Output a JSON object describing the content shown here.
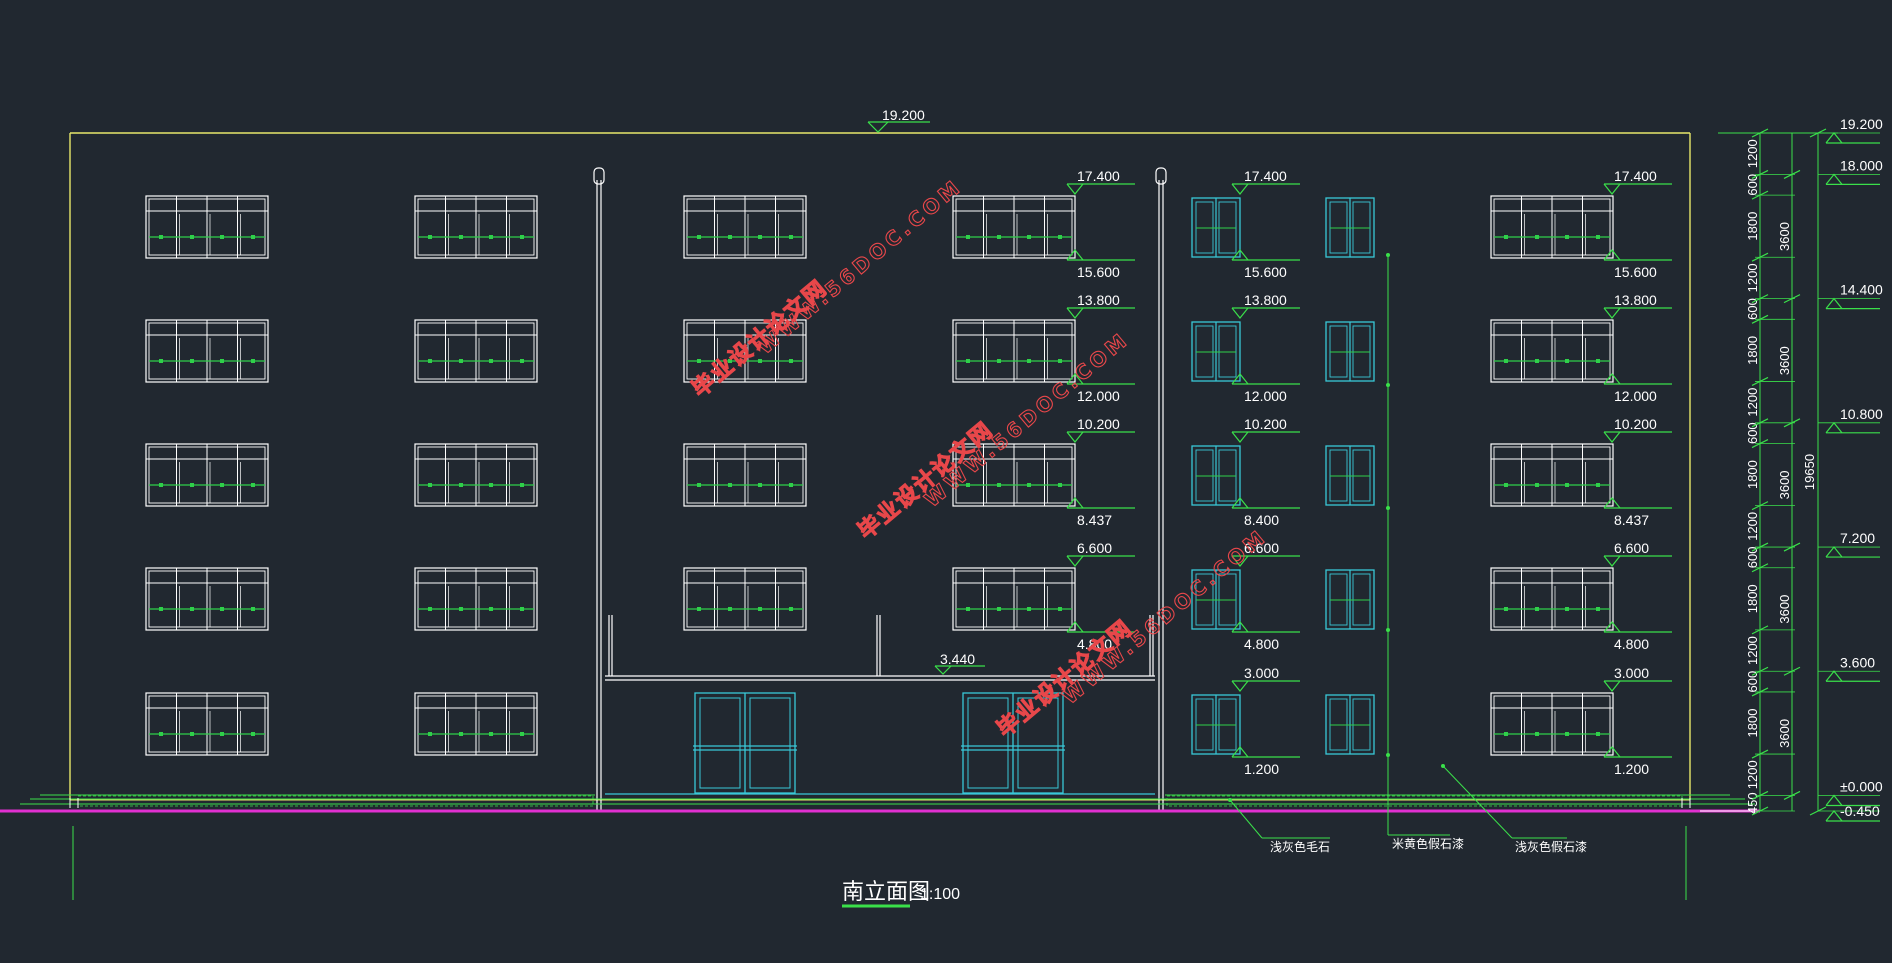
{
  "drawing": {
    "title": "南立面图",
    "scale": "1:100",
    "top_level": "19.200",
    "canopy_level": "3.440"
  },
  "elevation_labels": {
    "col_a": [
      "17.400",
      "15.600",
      "13.800",
      "12.000",
      "10.200",
      "8.437",
      "6.600",
      "4.800"
    ],
    "col_b": [
      "17.400",
      "15.600",
      "13.800",
      "12.000",
      "10.200",
      "8.400",
      "6.600",
      "4.800",
      "3.000",
      "1.200"
    ],
    "col_c": [
      "17.400",
      "15.600",
      "13.800",
      "12.000",
      "10.200",
      "8.437",
      "6.600",
      "4.800",
      "3.000",
      "1.200"
    ]
  },
  "right_levels": [
    "19.200",
    "18.000",
    "14.400",
    "10.800",
    "7.200",
    "3.600",
    "±0.000",
    "-0.450"
  ],
  "inner_dims": [
    "1200",
    "600",
    "1800",
    "1200",
    "600",
    "1800",
    "1200",
    "600",
    "1800",
    "1200",
    "600",
    "1800",
    "1200",
    "600",
    "1800",
    "1200",
    "450"
  ],
  "story_dims": [
    "3600",
    "3600",
    "3600",
    "3600",
    "3600"
  ],
  "total_dim": "19650",
  "material_labels": [
    "浅灰色毛石",
    "米黄色假石漆",
    "浅灰色假石漆"
  ],
  "watermarks": [
    "毕业设计论文网",
    "WWW.56DOC.COM"
  ],
  "colors": {
    "background": "#212830",
    "outline": "#ffffff",
    "parapet": "#e8e86a",
    "glass": "#2fd04a",
    "cyan": "#39c8d8",
    "ground": "#e030d0",
    "dim": "#3ae04a",
    "watermark": "#e8474a"
  }
}
